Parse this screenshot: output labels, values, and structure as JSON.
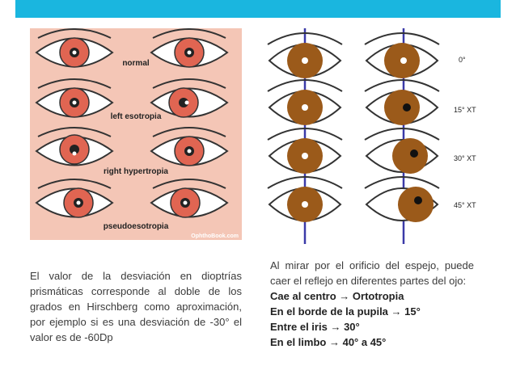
{
  "colors": {
    "accent_bar": "#1ab6df",
    "left_bg": "#f4c6b6",
    "iris_red": "#e06552",
    "iris_brown": "#9b5a1a",
    "line_blue": "#3b3aa8"
  },
  "left_figure": {
    "labels": [
      "normal",
      "left esotropia",
      "right hypertropia",
      "pseudoesotropia"
    ],
    "watermark": "OphthoBook.com"
  },
  "right_figure": {
    "angles": [
      "0°",
      "15° XT",
      "30° XT",
      "45° XT"
    ]
  },
  "left_caption": "El valor de la desviación en dioptrías prismáticas corresponde al doble de los grados en Hirschberg como aproximación, por ejemplo si es una desviación de -30° el valor es de -60Dp",
  "right_caption": {
    "intro": "Al mirar por el orificio del espejo, puede caer el reflejo en diferentes partes del ojo:",
    "items": [
      {
        "condition": "Cae al centro",
        "result": "Ortotropia"
      },
      {
        "condition": "En el borde de la pupila",
        "result": "15°"
      },
      {
        "condition": "Entre el iris",
        "result": "30°"
      },
      {
        "condition": "En el limbo",
        "result": "40° a 45°"
      }
    ]
  }
}
